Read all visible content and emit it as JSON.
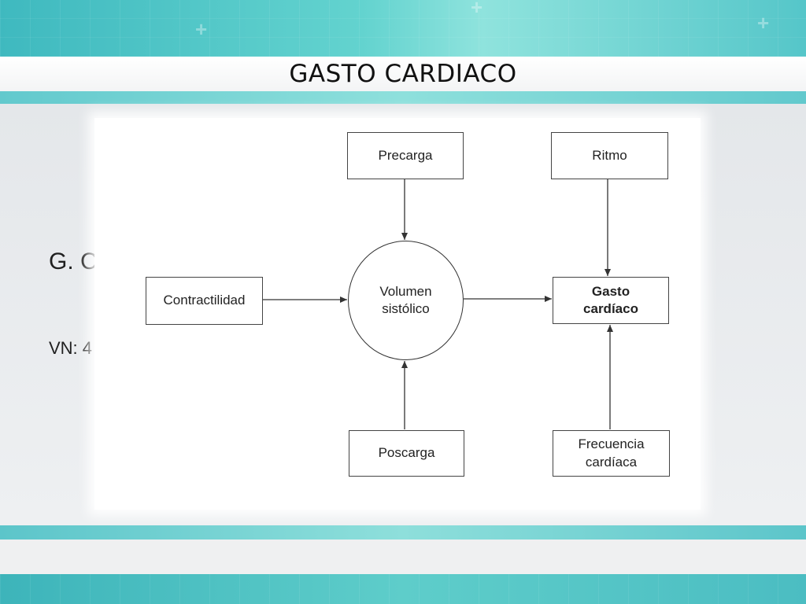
{
  "slide": {
    "title": "GASTO CARDIACO",
    "background_text_1": "G. C",
    "background_text_2": "VN: 4"
  },
  "diagram": {
    "nodes": {
      "precarga": "Precarga",
      "ritmo": "Ritmo",
      "contractilidad": "Contractilidad",
      "volumen": "Volumen\nsistólico",
      "gasto": "Gasto\ncardíaco",
      "poscarga": "Poscarga",
      "frecuencia": "Frecuencia\ncardíaca"
    },
    "edges": [
      {
        "from": "precarga",
        "to": "volumen"
      },
      {
        "from": "contractilidad",
        "to": "volumen"
      },
      {
        "from": "poscarga",
        "to": "volumen"
      },
      {
        "from": "volumen",
        "to": "gasto"
      },
      {
        "from": "ritmo",
        "to": "gasto"
      },
      {
        "from": "frecuencia",
        "to": "gasto"
      }
    ]
  },
  "colors": {
    "accent": "#5ecdca",
    "stroke": "#333333"
  }
}
